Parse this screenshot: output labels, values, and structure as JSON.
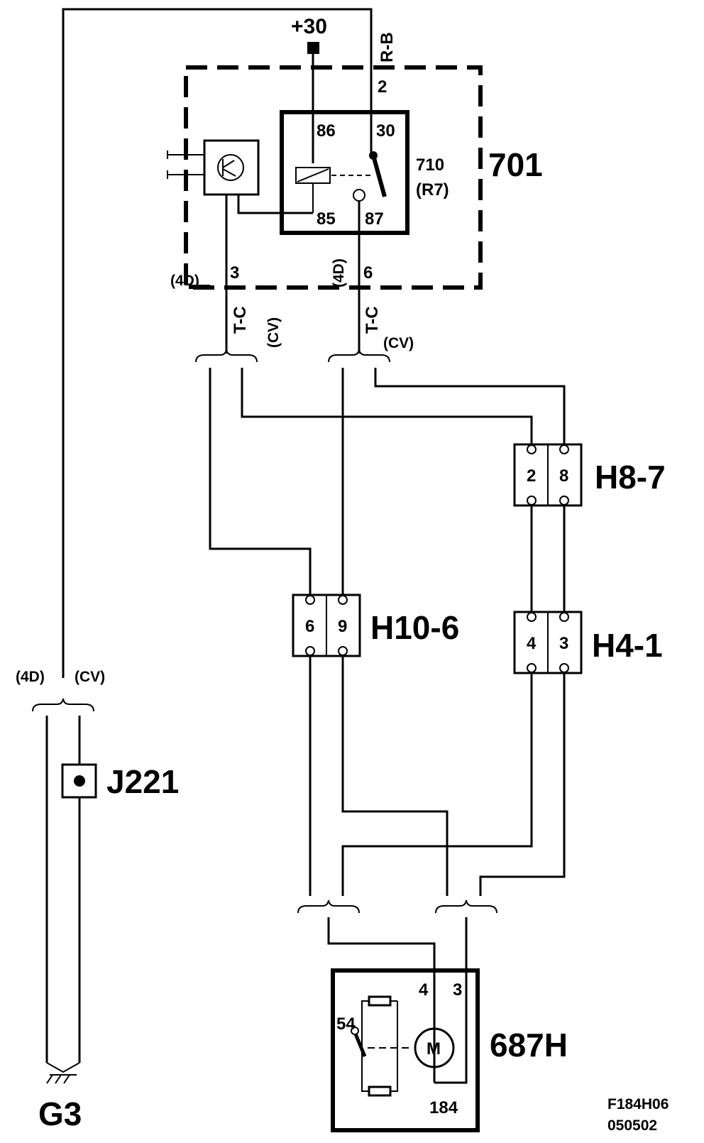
{
  "components": {
    "relay_module": {
      "id": "701"
    },
    "relay": {
      "id": "710",
      "position": "(R7)",
      "pins": {
        "p86": "86",
        "p30": "30",
        "p85": "85",
        "p87": "87"
      }
    },
    "supply": {
      "label": "+30"
    },
    "ground": {
      "id": "G3"
    },
    "junction": {
      "id": "J221"
    },
    "motor": {
      "id": "687H",
      "number": "184",
      "symbol": "M",
      "pin4": "4",
      "pin3": "3",
      "switch_label": "54"
    }
  },
  "connectors": {
    "h8_7": {
      "id": "H8-7",
      "pins": [
        "2",
        "8"
      ]
    },
    "h10_6": {
      "id": "H10-6",
      "pins": [
        "6",
        "9"
      ]
    },
    "h4_1": {
      "id": "H4-1",
      "pins": [
        "4",
        "3"
      ]
    }
  },
  "wires": {
    "rb": "R-B",
    "tc_left": "T-C",
    "tc_right": "T-C"
  },
  "pin_numbers": {
    "pin2": "2",
    "pin3": "3",
    "pin6": "6"
  },
  "variants": {
    "left_4d": "(4D)",
    "mid_4d": "(4D)",
    "cv_left": "(CV)",
    "cv_right": "(CV)",
    "ground_4d": "(4D)",
    "ground_cv": "(CV)"
  },
  "footer": {
    "code": "F184H06",
    "date": "050502"
  }
}
